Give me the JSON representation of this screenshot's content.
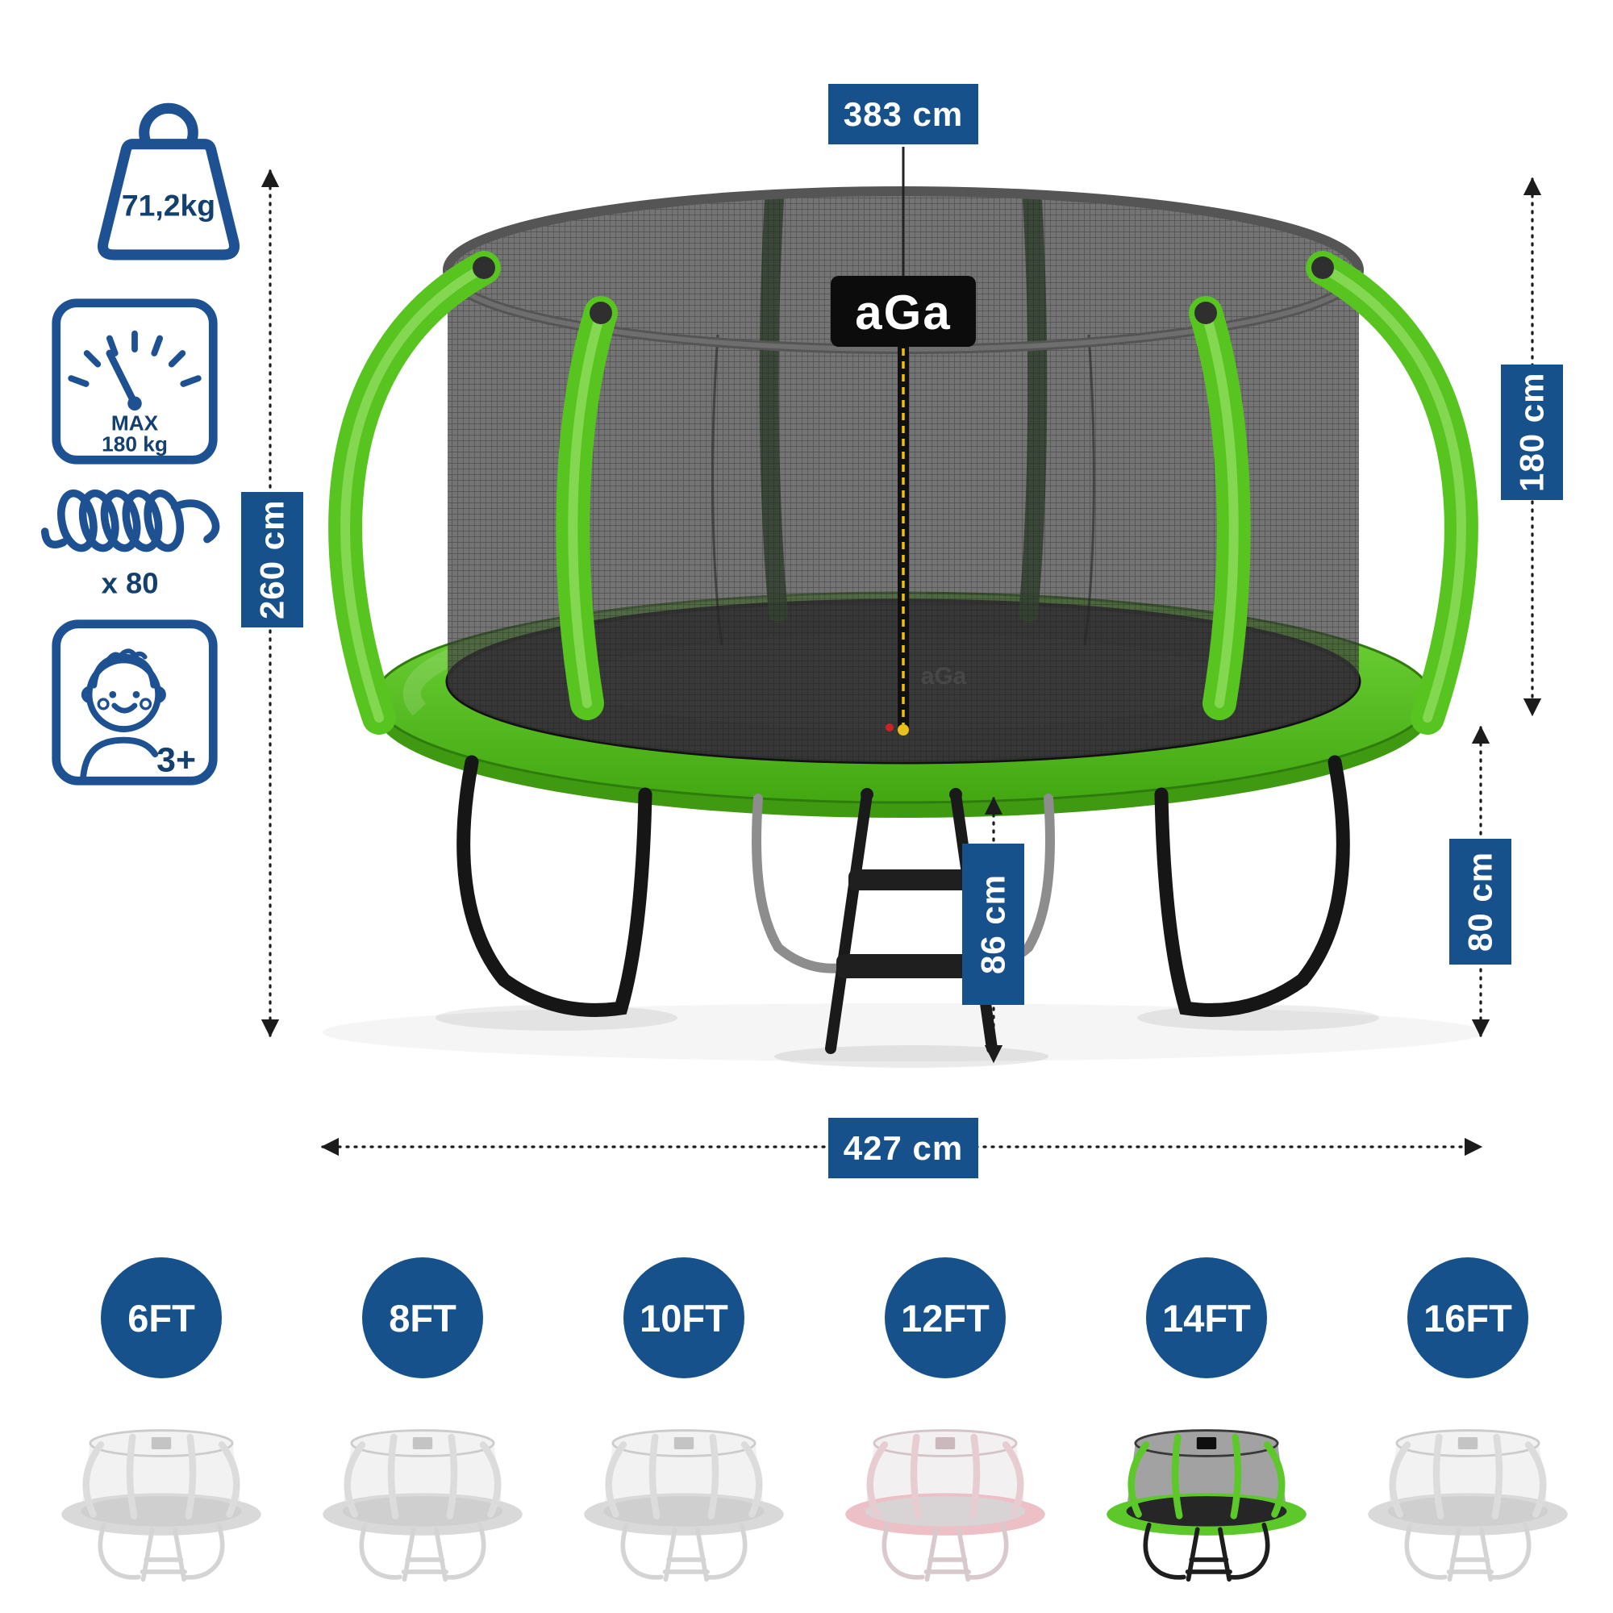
{
  "brand": {
    "logo_text": "aGa"
  },
  "specs": [
    {
      "id": "assembled_weight",
      "icon": "weight-icon",
      "label": "71,2kg"
    },
    {
      "id": "max_load",
      "icon": "scale-icon",
      "label_line1": "MAX",
      "label_line2": "180 kg"
    },
    {
      "id": "springs_count",
      "icon": "spring-icon",
      "label": "x 80"
    },
    {
      "id": "age_recommendation",
      "icon": "child-icon",
      "label": "3+"
    }
  ],
  "dimensions": {
    "net_diameter": "383 cm",
    "total_height": "260 cm",
    "net_height": "180 cm",
    "ladder_height": "86 cm",
    "frame_height": "80 cm",
    "total_width": "427 cm"
  },
  "sizes": {
    "selected_index": 4,
    "items": [
      {
        "value": "6",
        "unit": "FT",
        "selected": false
      },
      {
        "value": "8",
        "unit": "FT",
        "selected": false
      },
      {
        "value": "10",
        "unit": "FT",
        "selected": false
      },
      {
        "value": "12",
        "unit": "FT",
        "selected": false
      },
      {
        "value": "14",
        "unit": "FT",
        "selected": true
      },
      {
        "value": "16",
        "unit": "FT",
        "selected": false
      }
    ]
  },
  "colors": {
    "accent_blue": "#17518c",
    "brand_green": "#5cc82a",
    "net_gray": "#3f3f3f",
    "muted_pink": "#edbfc6"
  }
}
